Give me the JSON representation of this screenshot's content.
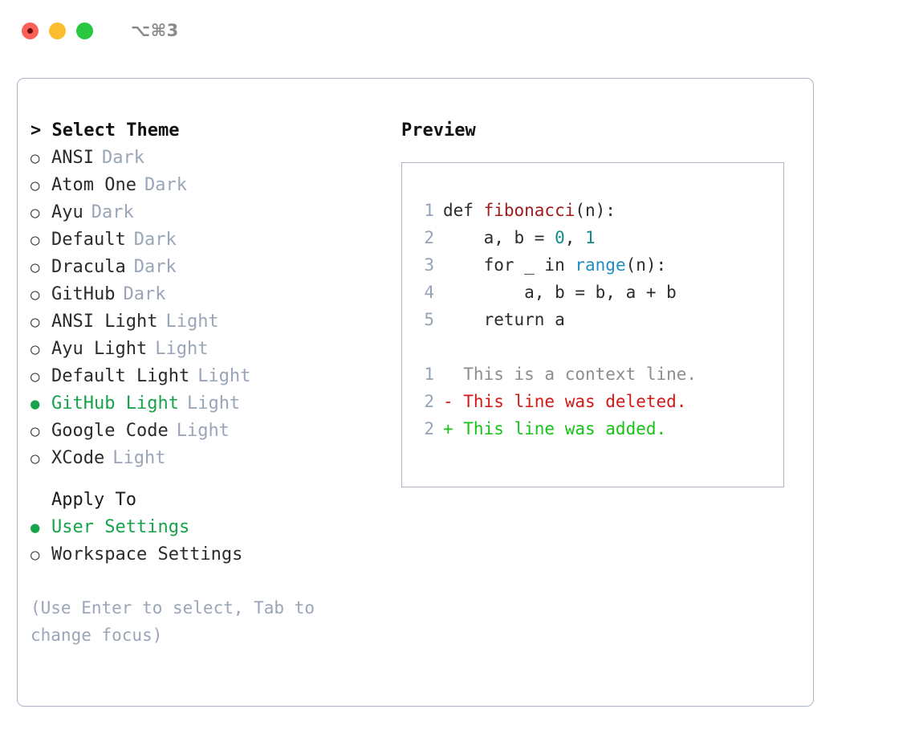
{
  "window": {
    "shortcut_label": "⌥⌘3",
    "traffic_lights": [
      {
        "name": "close",
        "color": "#fb6158"
      },
      {
        "name": "minimize",
        "color": "#fbbd2e"
      },
      {
        "name": "zoom",
        "color": "#28c840"
      }
    ]
  },
  "theme_section": {
    "caret": ">",
    "title": "Select Theme",
    "marker_unselected": "○",
    "marker_selected": "●",
    "items": [
      {
        "label": "ANSI",
        "suffix": "Dark",
        "selected": false
      },
      {
        "label": "Atom One",
        "suffix": "Dark",
        "selected": false
      },
      {
        "label": "Ayu",
        "suffix": "Dark",
        "selected": false
      },
      {
        "label": "Default",
        "suffix": "Dark",
        "selected": false
      },
      {
        "label": "Dracula",
        "suffix": "Dark",
        "selected": false
      },
      {
        "label": "GitHub",
        "suffix": "Dark",
        "selected": false
      },
      {
        "label": "ANSI Light",
        "suffix": "Light",
        "selected": false
      },
      {
        "label": "Ayu Light",
        "suffix": "Light",
        "selected": false
      },
      {
        "label": "Default Light",
        "suffix": "Light",
        "selected": false
      },
      {
        "label": "GitHub Light",
        "suffix": "Light",
        "selected": true
      },
      {
        "label": "Google Code",
        "suffix": "Light",
        "selected": false
      },
      {
        "label": "XCode",
        "suffix": "Light",
        "selected": false
      }
    ]
  },
  "apply_section": {
    "title": "Apply To",
    "items": [
      {
        "label": "User Settings",
        "selected": true
      },
      {
        "label": "Workspace Settings",
        "selected": false
      }
    ]
  },
  "hint": "(Use Enter to select, Tab to change focus)",
  "preview": {
    "title": "Preview",
    "code_lines": [
      {
        "no": "1",
        "tokens": [
          {
            "t": "def ",
            "c": "tok-def"
          },
          {
            "t": "fibonacci",
            "c": "tok-fn"
          },
          {
            "t": "(n):",
            "c": "tok-plain"
          }
        ]
      },
      {
        "no": "2",
        "tokens": [
          {
            "t": "    a, b = ",
            "c": "tok-plain"
          },
          {
            "t": "0",
            "c": "tok-num"
          },
          {
            "t": ", ",
            "c": "tok-plain"
          },
          {
            "t": "1",
            "c": "tok-num"
          }
        ]
      },
      {
        "no": "3",
        "tokens": [
          {
            "t": "    for _ in ",
            "c": "tok-plain"
          },
          {
            "t": "range",
            "c": "tok-builtin"
          },
          {
            "t": "(n):",
            "c": "tok-plain"
          }
        ]
      },
      {
        "no": "4",
        "tokens": [
          {
            "t": "        a, b = b, a + b",
            "c": "tok-plain"
          }
        ]
      },
      {
        "no": "5",
        "tokens": [
          {
            "t": "    return a",
            "c": "tok-plain"
          }
        ]
      }
    ],
    "diff_lines": [
      {
        "no": "1",
        "text": "  This is a context line.",
        "kind": "diff-ctx"
      },
      {
        "no": "2",
        "text": "- This line was deleted.",
        "kind": "diff-del"
      },
      {
        "no": "2",
        "text": "+ This line was added.",
        "kind": "diff-add"
      }
    ]
  },
  "colors": {
    "accent_green": "#16a34a",
    "muted": "#9aa6b8",
    "border": "#aab4c4",
    "diff_add": "#17c217",
    "diff_del": "#d41818",
    "syntax_function": "#a01b1b",
    "syntax_number": "#0f8b8b",
    "syntax_builtin": "#1f8dc0"
  }
}
